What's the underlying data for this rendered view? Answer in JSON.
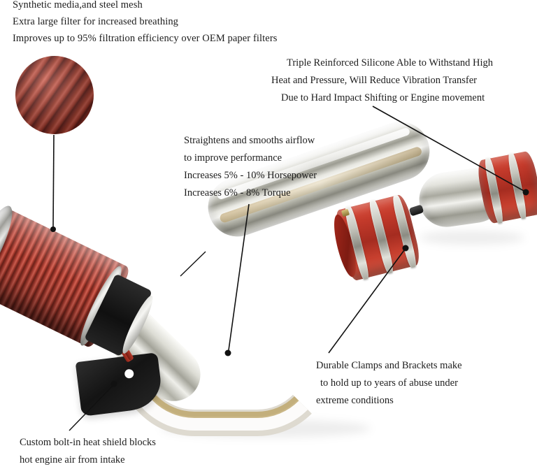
{
  "image": {
    "kind": "product-infographic",
    "subject": "cold air intake kit with red cone filter, polished pipe, red silicone couplers and heat shield",
    "background_color": "#ffffff",
    "text_color": "#1d1d1d"
  },
  "bullets": [
    {
      "text": "Synthetic media,and steel mesh"
    },
    {
      "text": "Extra large filter for increased breathing"
    },
    {
      "text": "Improves up to 95% filtration efficiency over OEM paper filters"
    }
  ],
  "callouts": {
    "silicone": {
      "lines": [
        "Triple Reinforced Silicone Able to Withstand High",
        "Heat and Pressure, Will Reduce Vibration Transfer",
        "Due to Hard Impact Shifting or Engine movement"
      ]
    },
    "straightener": {
      "lines": [
        "Straightens and smooths airflow",
        "to improve performance",
        "Increases 5% - 10% Horsepower",
        "Increases 6% - 8%  Torque"
      ]
    },
    "clamps": {
      "lines": [
        "Durable Clamps and Brackets make",
        "to hold up to years of abuse under",
        "extreme conditions"
      ]
    },
    "heat_shield": {
      "lines": [
        "Custom bolt-in heat shield blocks",
        "hot engine air from intake"
      ]
    }
  },
  "parts": {
    "filter_media_inset": "red pleated synthetic filter media close-up",
    "cone_filter": "red pleated cone air filter with chrome end caps",
    "intake_pipe": "polished aluminum mandrel-bent intake pipe",
    "silicone_coupler_mid": "red silicone coupler with three chrome clamp bands",
    "silicone_coupler_right": "red silicone coupler with two chrome clamp bands",
    "heat_shield": "black bolt-in heat shield plate with mounting hole"
  },
  "colors": {
    "silicone_red": "#c33a2b",
    "filter_red": "#a8372a",
    "chrome": "#c6c6bd",
    "shield_black": "#1a1a1a",
    "leader_line": "#111111"
  }
}
